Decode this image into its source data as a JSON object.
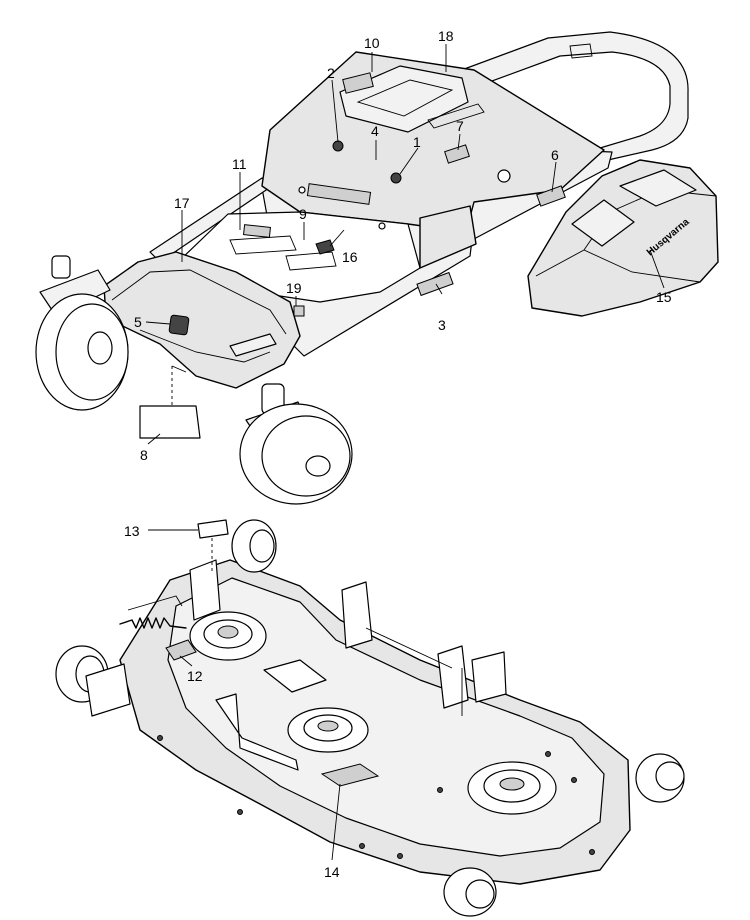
{
  "callouts": {
    "c1": "1",
    "c2": "2",
    "c3": "3",
    "c4": "4",
    "c5": "5",
    "c6": "6",
    "c7": "7",
    "c8": "8",
    "c9": "9",
    "c10": "10",
    "c11": "11",
    "c12": "12",
    "c13": "13",
    "c14": "14",
    "c15": "15",
    "c16": "16",
    "c17": "17",
    "c18": "18",
    "c19": "19"
  },
  "brand": {
    "name": "Husqvarna"
  }
}
